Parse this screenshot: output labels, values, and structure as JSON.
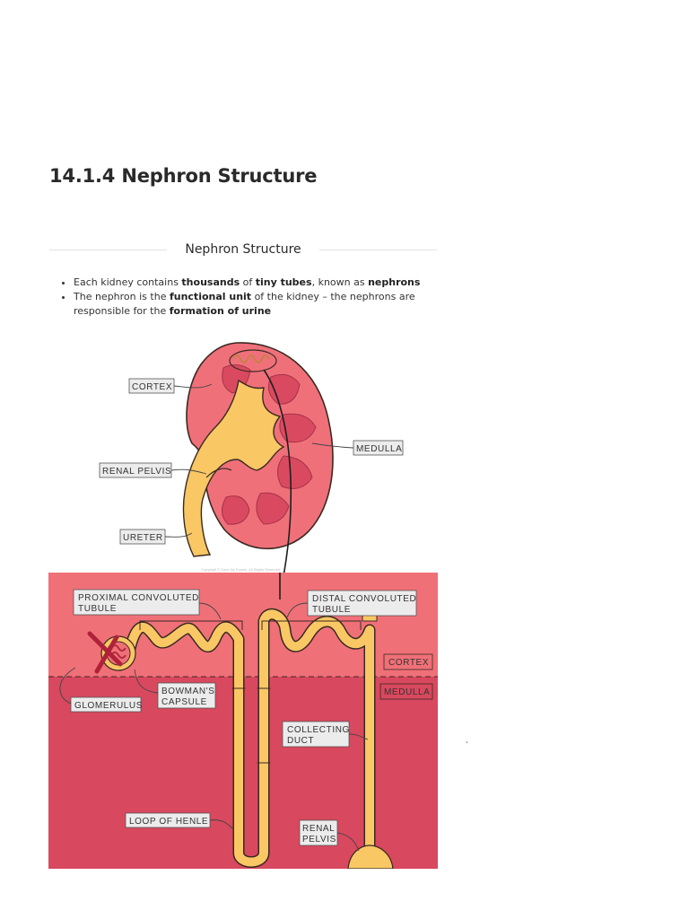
{
  "page": {
    "title": "14.1.4 Nephron Structure",
    "section_heading": "Nephron Structure"
  },
  "bullets": [
    {
      "parts": [
        {
          "t": "Each kidney contains ",
          "b": false
        },
        {
          "t": "thousands",
          "b": true
        },
        {
          "t": " of ",
          "b": false
        },
        {
          "t": "tiny tubes",
          "b": true
        },
        {
          "t": ", known as ",
          "b": false
        },
        {
          "t": "nephrons",
          "b": true
        }
      ]
    },
    {
      "parts": [
        {
          "t": "The nephron is the ",
          "b": false
        },
        {
          "t": "functional unit",
          "b": true
        },
        {
          "t": " of the kidney – the nephrons are responsible for the ",
          "b": false
        },
        {
          "t": "formation of urine",
          "b": true
        }
      ]
    }
  ],
  "diagram": {
    "kidney_labels": {
      "cortex": "CORTEX",
      "medulla": "MEDULLA",
      "renal_pelvis": "RENAL PELVIS",
      "ureter": "URETER"
    },
    "nephron_labels": {
      "proximal_line1": "PROXIMAL CONVOLUTED",
      "proximal_line2": "TUBULE",
      "distal_line1": "DISTAL CONVOLUTED",
      "distal_line2": "TUBULE",
      "cortex": "CORTEX",
      "medulla": "MEDULLA",
      "bowmans_line1": "BOWMAN'S",
      "bowmans_line2": "CAPSULE",
      "glomerulus": "GLOMERULUS",
      "collecting_line1": "COLLECTING",
      "collecting_line2": "DUCT",
      "loop_of_henle": "LOOP OF HENLE",
      "renal_pelvis_line1": "RENAL",
      "renal_pelvis_line2": "PELVIS"
    },
    "copyright": "Copyright © Save My Exams. All Rights Reserved",
    "colors": {
      "cortex_red": "#f0707a",
      "medulla_dark": "#d9485e",
      "pyramid": "#d94a60",
      "tubule_yellow": "#f9c764",
      "outline": "#3a2a22",
      "label_bg": "#ececec"
    }
  },
  "stray_mark": "ˎ"
}
